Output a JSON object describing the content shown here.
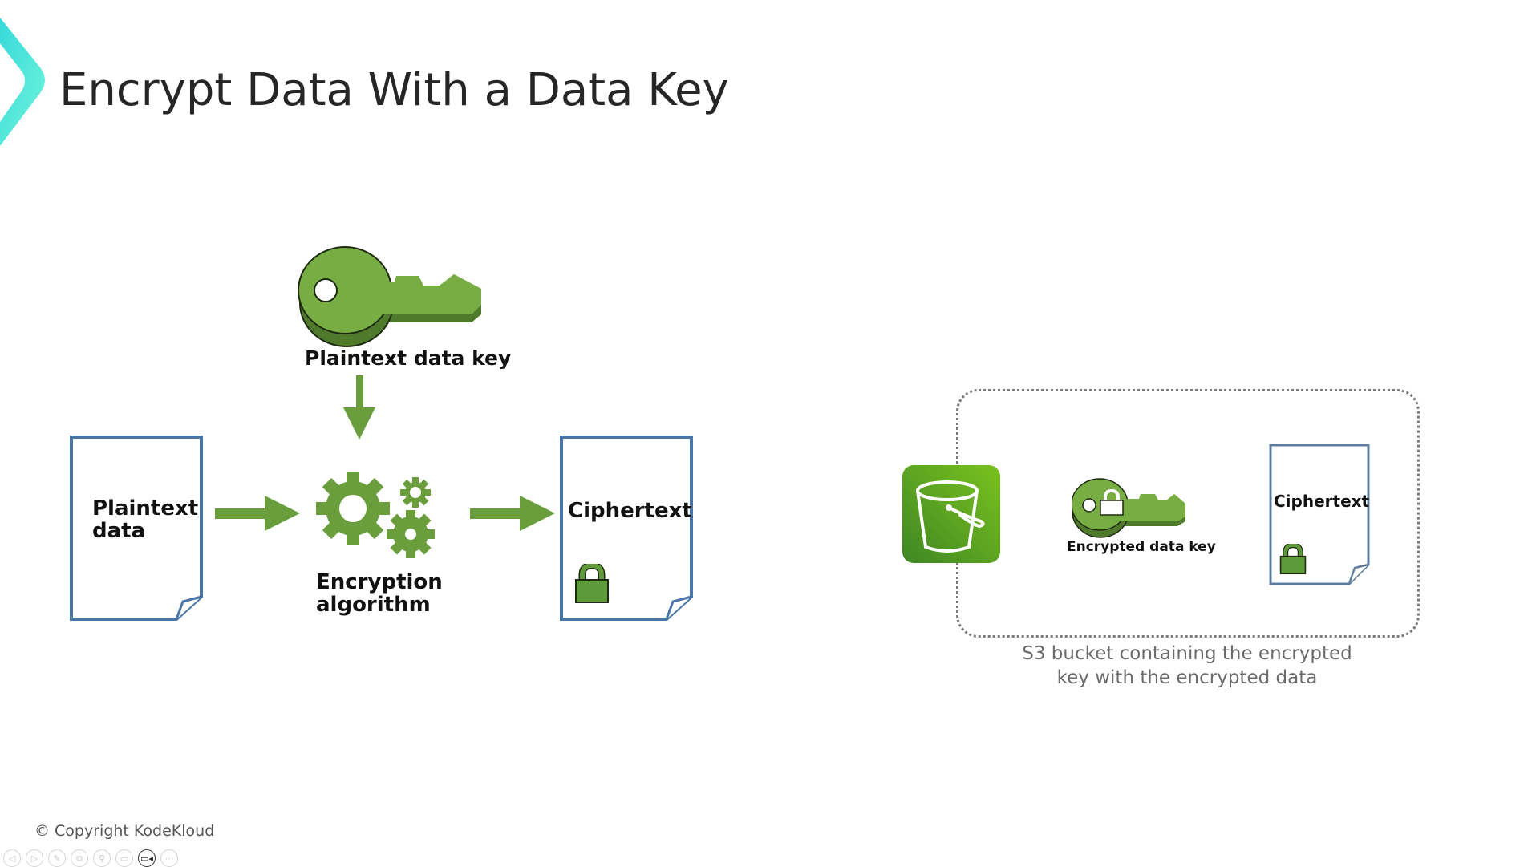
{
  "slide": {
    "title": "Encrypt Data With a Data Key",
    "accent_color": "#4fe3d6",
    "key_green": "#78ad44",
    "doc_border": "#4a75a8"
  },
  "diagram": {
    "plaintext_key_label": "Plaintext data key",
    "plaintext_doc_label_line1": "Plaintext",
    "plaintext_doc_label_line2": "data",
    "algorithm_label_line1": "Encryption",
    "algorithm_label_line2": "algorithm",
    "ciphertext_label": "Ciphertext"
  },
  "s3_group": {
    "encrypted_key_label": "Encrypted data key",
    "ciphertext_label": "Ciphertext",
    "caption_line1": "S3 bucket containing the encrypted",
    "caption_line2": "key with the encrypted data"
  },
  "footer": {
    "copyright": "© Copyright KodeKloud"
  },
  "toolbar": {
    "buttons": [
      {
        "name": "previous-slide",
        "glyph": "◁",
        "active": false
      },
      {
        "name": "next-slide",
        "glyph": "▷",
        "active": false
      },
      {
        "name": "pen",
        "glyph": "✎",
        "active": false
      },
      {
        "name": "see-all-slides",
        "glyph": "⧉",
        "active": false
      },
      {
        "name": "zoom",
        "glyph": "⚲",
        "active": false
      },
      {
        "name": "subtitles",
        "glyph": "▭",
        "active": false
      },
      {
        "name": "camera",
        "glyph": "▭◂",
        "active": true
      },
      {
        "name": "more-options",
        "glyph": "⋯",
        "active": false
      }
    ]
  }
}
